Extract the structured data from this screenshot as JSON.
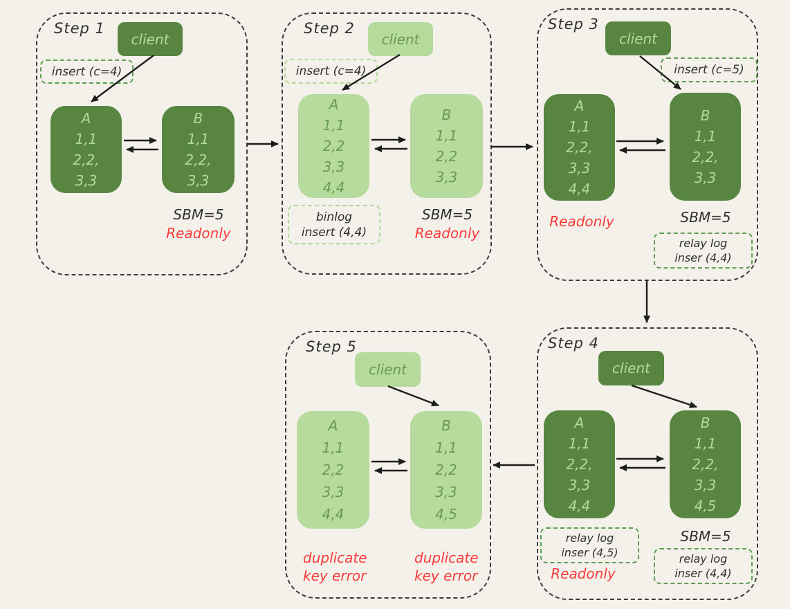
{
  "colors": {
    "background": "#f3f1ea",
    "step_border": "#3c3c3c",
    "node_dark": "#588641",
    "node_dark_text": "#b7d89a",
    "node_light": "#b6db9d",
    "node_light_text": "#689c4e",
    "label_border_dark": "#5f9e52",
    "label_border_light": "#b3d89a",
    "text_dark": "#2f2f2f",
    "error_red": "#fa3b3b",
    "arrow": "#1d1d1d"
  },
  "steps": [
    {
      "label": "Step 1",
      "client": "client",
      "action_label": "insert (c=4)",
      "node_a": {
        "name": "A",
        "rows": [
          "1,1",
          "2,2,",
          "3,3"
        ]
      },
      "node_b": {
        "name": "B",
        "rows": [
          "1,1",
          "2,2,",
          "3,3"
        ]
      },
      "sbm": "SBM=5",
      "readonly": "Readonly"
    },
    {
      "label": "Step 2",
      "client": "client",
      "action_label": "insert (c=4)",
      "node_a": {
        "name": "A",
        "rows": [
          "1,1",
          "2,2",
          "3,3",
          "4,4"
        ]
      },
      "node_b": {
        "name": "B",
        "rows": [
          "1,1",
          "2,2",
          "3,3"
        ]
      },
      "binlog_label": {
        "line1": "binlog",
        "line2": "insert (4,4)"
      },
      "sbm": "SBM=5",
      "readonly": "Readonly"
    },
    {
      "label": "Step 3",
      "client": "client",
      "action_label": "insert (c=5)",
      "node_a": {
        "name": "A",
        "rows": [
          "1,1",
          "2,2,",
          "3,3",
          "4,4"
        ]
      },
      "node_b": {
        "name": "B",
        "rows": [
          "1,1",
          "2,2,",
          "3,3"
        ]
      },
      "readonly": "Readonly",
      "sbm": "SBM=5",
      "relay_label": {
        "line1": "relay log",
        "line2": "inser (4,4)"
      }
    },
    {
      "label": "Step 4",
      "client": "client",
      "node_a": {
        "name": "A",
        "rows": [
          "1,1",
          "2,2,",
          "3,3",
          "4,4"
        ]
      },
      "node_b": {
        "name": "B",
        "rows": [
          "1,1",
          "2,2,",
          "3,3",
          "4,5"
        ]
      },
      "relay_label_a": {
        "line1": "relay log",
        "line2": "inser (4,5)"
      },
      "readonly": "Readonly",
      "sbm": "SBM=5",
      "relay_label_b": {
        "line1": "relay log",
        "line2": "inser (4,4)"
      }
    },
    {
      "label": "Step 5",
      "client": "client",
      "node_a": {
        "name": "A",
        "rows": [
          "1,1",
          "2,2",
          "3,3",
          "4,4"
        ]
      },
      "node_b": {
        "name": "B",
        "rows": [
          "1,1",
          "2,2",
          "3,3",
          "4,5"
        ]
      },
      "error_a": {
        "line1": "duplicate",
        "line2": "key error"
      },
      "error_b": {
        "line1": "duplicate",
        "line2": "key error"
      }
    }
  ]
}
